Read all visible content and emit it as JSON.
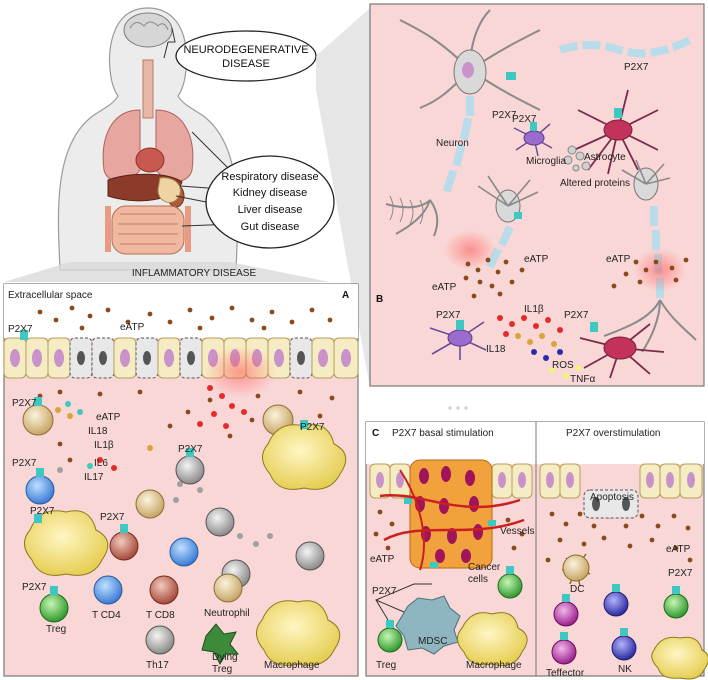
{
  "body_callouts": {
    "neuro_line1": "NEURODEGENERATIVE",
    "neuro_line2": "DISEASE",
    "diseases": [
      "Respiratory disease",
      "Kidney disease",
      "Liver disease",
      "Gut disease"
    ],
    "inflammatory": "INFLAMMATORY DISEASE"
  },
  "panel_a": {
    "letter": "A",
    "extracellular": "Extracellular space",
    "p2x7": "P2X7",
    "eatp": "eATP",
    "il18": "IL18",
    "il1b": "IL1β",
    "il6": "IL6",
    "il17": "IL17",
    "cells": {
      "tcd4": "T CD4",
      "tcd8": "T CD8",
      "neutrophil": "Neutrophil",
      "treg": "Treg",
      "th17": "Th17",
      "dying1": "Dying",
      "dying2": "Treg",
      "macrophage": "Macrophage"
    }
  },
  "panel_b": {
    "letter": "B",
    "p2x7": "P2X7",
    "neuron": "Neuron",
    "microglia": "Microglia",
    "astrocyte": "Astrocyte",
    "altered": "Altered proteins",
    "eatp": "eATP",
    "il1b": "IL1β",
    "il18": "IL18",
    "ros": "ROS",
    "tnfa": "TNFα"
  },
  "panel_c": {
    "letter": "C",
    "basal": "P2X7 basal stimulation",
    "over": "P2X7 overstimulation",
    "vessels": "Vessels",
    "cancer1": "Cancer",
    "cancer2": "cells",
    "eatp": "eATP",
    "p2x7": "P2X7",
    "mdsc": "MDSC",
    "treg": "Treg",
    "macrophage": "Macrophage",
    "apoptosis": "Apoptosis",
    "dc": "DC",
    "nk": "NK",
    "teffector": "Teffector"
  },
  "colors": {
    "panel_bg": "#f9d7d6",
    "ecm_cell": "#f6ecc4",
    "nucleus": "#c993c9",
    "receptor": "#3fc7c2",
    "atp": "#8b4a1e"
  }
}
